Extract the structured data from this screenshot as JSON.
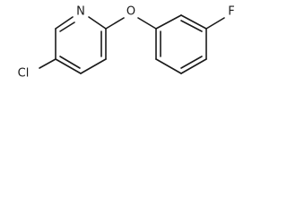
{
  "molecule": {
    "atoms": {
      "nitrogen": "N",
      "oxygen": "O",
      "fluorine": "F",
      "chlorine": "Cl"
    }
  }
}
